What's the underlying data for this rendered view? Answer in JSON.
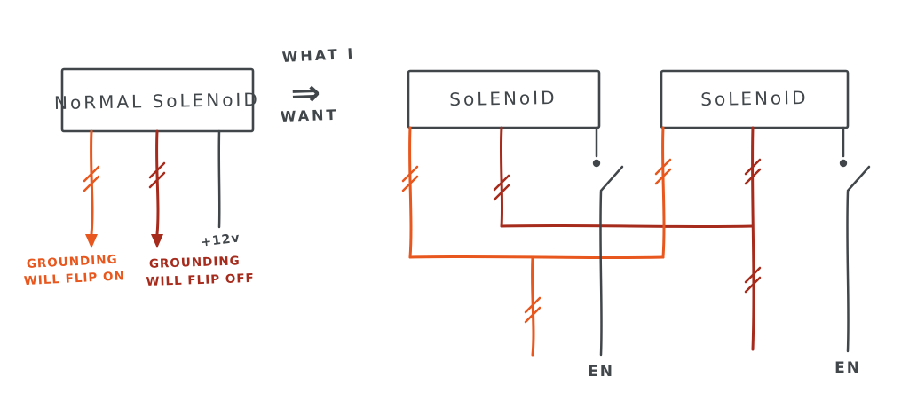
{
  "colors": {
    "orange": "#E8571E",
    "red": "#A62B1C",
    "ink": "#41464B",
    "bg": "#FFFFFF"
  },
  "left": {
    "box_label": "NoRMAL SoLENoID",
    "supply_label": "+12v",
    "flip_on_line1": "GROUNDING",
    "flip_on_line2": "WILL FLIP ON",
    "flip_off_line1": "GROUNDING",
    "flip_off_line2": "WILL FLIP OFF"
  },
  "middle": {
    "top": "WHAT I",
    "arrow": "⇒",
    "bottom": "WANT"
  },
  "right": {
    "solenoid1_label": "SoLENoID",
    "solenoid2_label": "SoLENoID",
    "en1_label": "EN",
    "en2_label": "EN"
  }
}
